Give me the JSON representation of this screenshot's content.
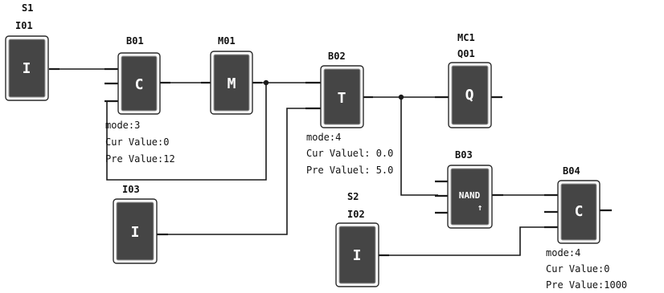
{
  "diagram": {
    "blocks": {
      "I01": {
        "symbol": "I",
        "label": "I01",
        "signal": "S1"
      },
      "B01": {
        "symbol": "C",
        "label": "B01",
        "params": [
          "mode:3",
          "Cur Value:0",
          "Pre Value:12"
        ]
      },
      "M01": {
        "symbol": "M",
        "label": "M01"
      },
      "B02": {
        "symbol": "T",
        "label": "B02",
        "params": [
          "mode:4",
          "Cur Valuel: 0.0",
          "Pre Valuel: 5.0"
        ]
      },
      "Q01": {
        "symbol": "Q",
        "label": "Q01",
        "signal": "MC1"
      },
      "I03": {
        "symbol": "I",
        "label": "I03"
      },
      "B03": {
        "symbol": "NAND",
        "edge": "↑",
        "label": "B03"
      },
      "I02": {
        "symbol": "I",
        "label": "I02",
        "signal": "S2"
      },
      "B04": {
        "symbol": "C",
        "label": "B04",
        "params": [
          "mode:4",
          "Cur Value:0",
          "Pre Value:1000"
        ]
      }
    }
  }
}
